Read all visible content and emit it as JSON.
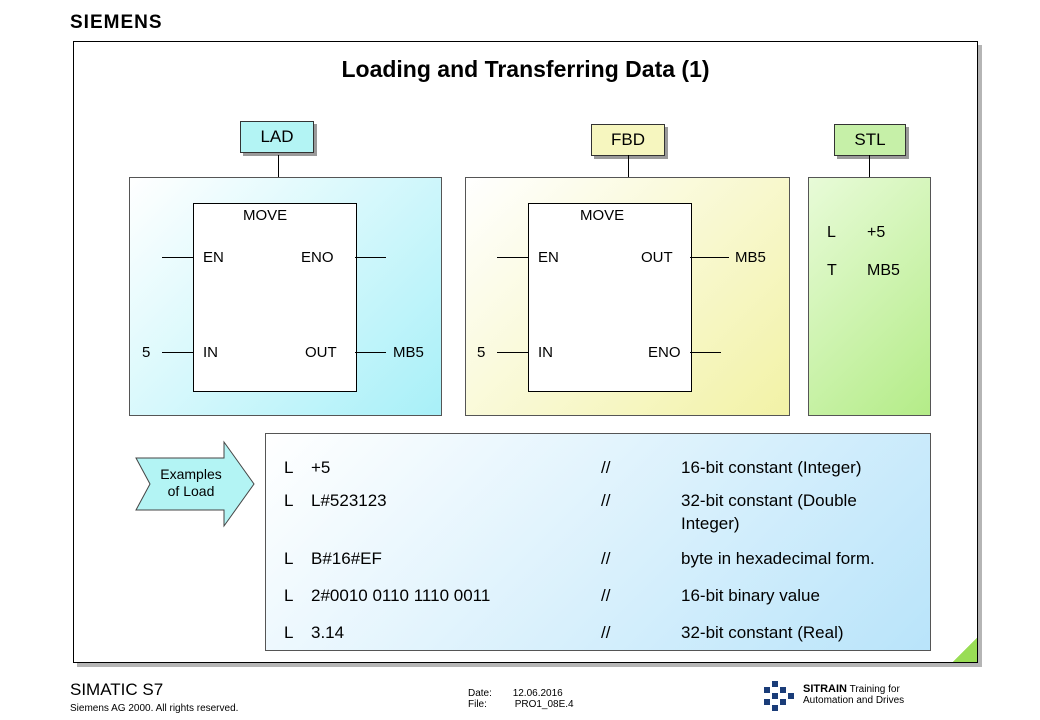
{
  "brand": "SIEMENS",
  "title": "Loading and Transferring Data (1)",
  "tags": {
    "lad": "LAD",
    "fbd": "FBD",
    "stl": "STL"
  },
  "lad": {
    "block": "MOVE",
    "en": "EN",
    "eno": "ENO",
    "in": "IN",
    "out": "OUT",
    "in_val": "5",
    "out_val": "MB5"
  },
  "fbd": {
    "block": "MOVE",
    "en": "EN",
    "out": "OUT",
    "in": "IN",
    "eno": "ENO",
    "in_val": "5",
    "out_val": "MB5"
  },
  "stl": {
    "lines": [
      {
        "op": "L",
        "arg": "+5"
      },
      {
        "op": "T",
        "arg": "MB5"
      }
    ]
  },
  "arrow_label": {
    "line1": "Examples",
    "line2": "of Load"
  },
  "load_examples": [
    {
      "op": "L",
      "arg": "+5",
      "sep": "//",
      "comment": "16-bit constant (Integer)",
      "comment2": ""
    },
    {
      "op": "L",
      "arg": "L#523123",
      "sep": "//",
      "comment": "32-bit constant (Double",
      "comment2": "Integer)"
    },
    {
      "op": "L",
      "arg": "B#16#EF",
      "sep": "//",
      "comment": "byte in hexadecimal form.",
      "comment2": ""
    },
    {
      "op": "L",
      "arg": "2#0010 0110 1110 0011",
      "sep": "//",
      "comment": "16-bit binary value",
      "comment2": ""
    },
    {
      "op": "L",
      "arg": "3.14",
      "sep": "//",
      "comment": "32-bit constant (Real)",
      "comment2": ""
    }
  ],
  "footer": {
    "product": "SIMATIC S7",
    "copyright": "Siemens AG 2000. All rights reserved.",
    "date_label": "Date:",
    "date_value": "12.06.2016",
    "file_label": "File:",
    "file_value": "PRO1_08E.4",
    "sitrain": "SITRAIN",
    "sitrain_sub1": "Training for",
    "sitrain_sub2": "Automation and Drives"
  },
  "colors": {
    "lad_panel": "#a8f0f8",
    "fbd_panel": "#f2f2a6",
    "stl_panel": "#b4ec88",
    "load_panel": "#b9e4fa",
    "sitrain_logo": "#1a3c78"
  }
}
